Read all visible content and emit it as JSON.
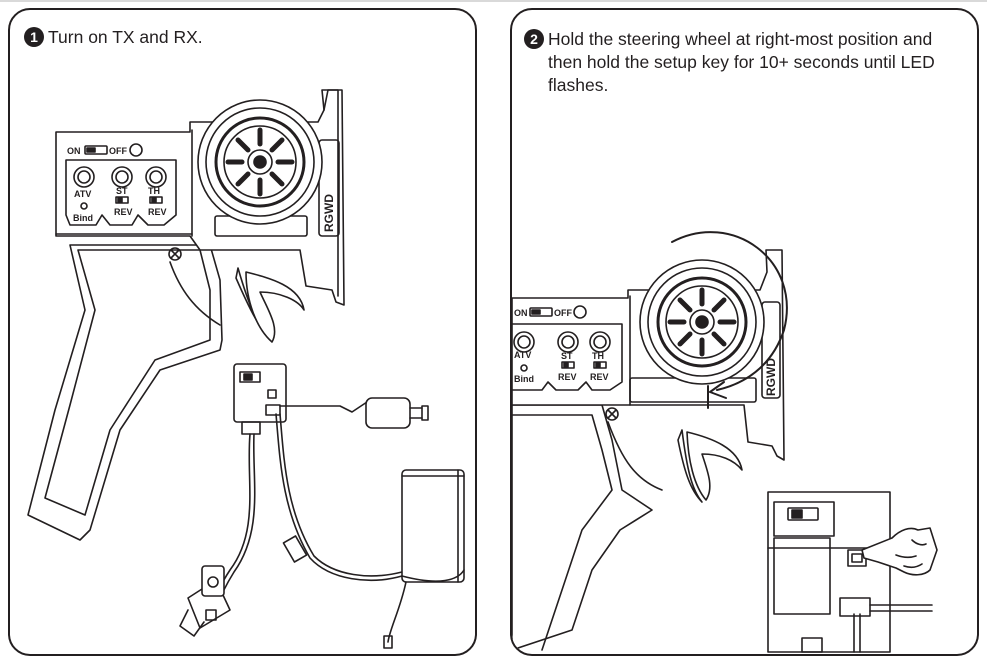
{
  "panels": [
    {
      "number": "1",
      "instruction": "Turn on TX and RX.",
      "labels": {
        "power_on": "ON",
        "power_off": "OFF",
        "atv": "ATV",
        "bind": "Bind",
        "st": "ST",
        "th": "TH",
        "rev1": "REV",
        "rev2": "REV",
        "logo": "RGWD"
      }
    },
    {
      "number": "2",
      "instruction": "Hold the steering wheel at right-most position and then hold the setup key for 10+ seconds until LED flashes.",
      "labels": {
        "power_on": "ON",
        "power_off": "OFF",
        "atv": "ATV",
        "bind": "Bind",
        "st": "ST",
        "th": "TH",
        "rev1": "REV",
        "rev2": "REV",
        "logo": "RGWD"
      }
    }
  ],
  "colors": {
    "ink": "#231f20",
    "border": "#231f20",
    "badge": "#231f20"
  },
  "icons": [
    "step-number-badge",
    "transmitter-illustration",
    "receiver-illustration",
    "servo-illustration",
    "battery-illustration",
    "motor-illustration",
    "steering-arrow",
    "pointing-hand"
  ]
}
